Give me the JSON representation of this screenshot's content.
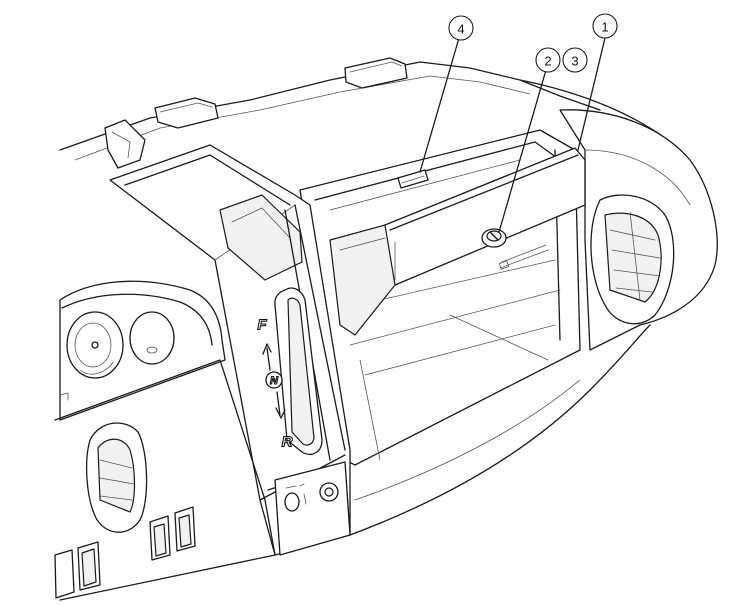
{
  "callouts": [
    {
      "id": "1",
      "label": "1"
    },
    {
      "id": "2",
      "label": "2"
    },
    {
      "id": "3",
      "label": "3"
    },
    {
      "id": "4",
      "label": "4"
    }
  ],
  "gear_selector": {
    "forward": "F",
    "neutral": "N",
    "reverse": "R"
  }
}
